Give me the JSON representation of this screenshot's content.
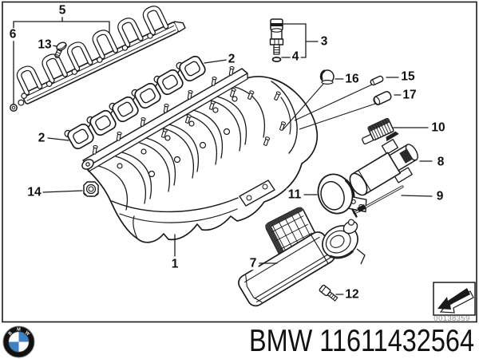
{
  "diagram": {
    "line_color": "#1a1a1a",
    "background": "#ffffff",
    "callouts": [
      "1",
      "2",
      "2",
      "3",
      "4",
      "5",
      "6",
      "7",
      "8",
      "9",
      "10",
      "11",
      "12",
      "13",
      "14",
      "15",
      "16",
      "17"
    ],
    "stamp": {
      "arrow_icon": "direction-arrow-icon",
      "image_number": "00138359"
    }
  },
  "footer": {
    "logo_icon": "bmw-roundel-logo",
    "logo_letters": [
      "B",
      "M",
      "W"
    ],
    "logo_colors": {
      "blue": "#3c82c4",
      "ring": "#111111",
      "white": "#ffffff"
    },
    "brand": "BMW",
    "part_number": "11611432564",
    "text": "BMW 11611432564",
    "stamp_color": "#8d8d8d"
  }
}
